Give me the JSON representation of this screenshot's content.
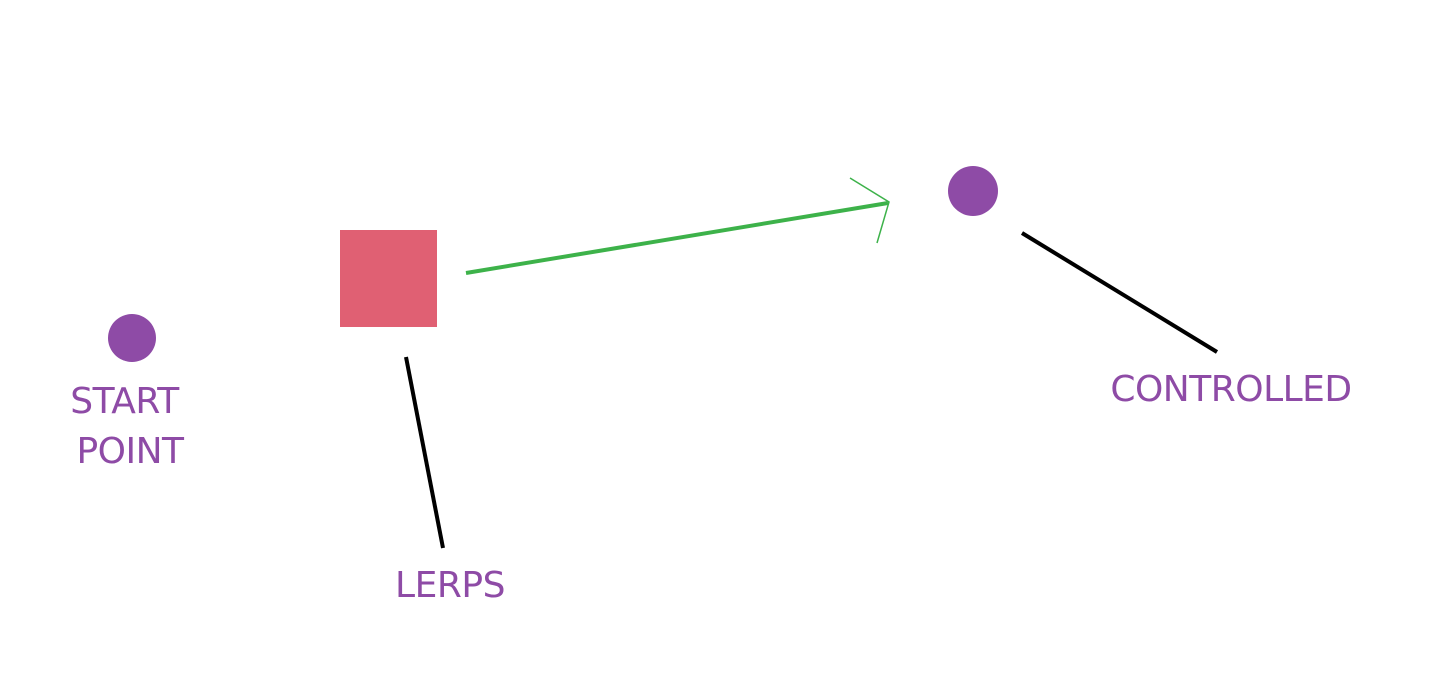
{
  "colors": {
    "point": "#8e4ba6",
    "square": "#e06073",
    "arrow": "#3db24a",
    "leader": "#000000",
    "label_text": "#8e4ba6",
    "background": "#ffffff"
  },
  "labels": {
    "start_point_line1": "START",
    "start_point_line2": "POINT",
    "lerps": "LERPS",
    "controlled": "CONTROLLED"
  }
}
